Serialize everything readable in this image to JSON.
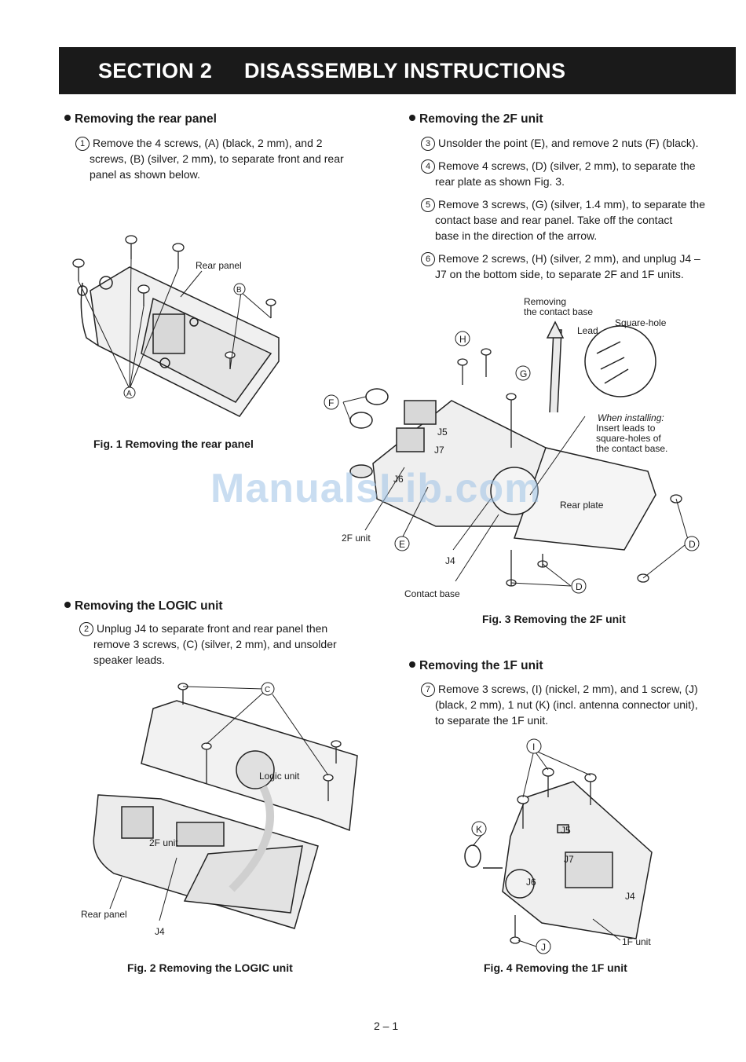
{
  "header": {
    "section": "SECTION  2",
    "title": "DISASSEMBLY INSTRUCTIONS"
  },
  "rear_panel": {
    "heading": "Removing the rear panel",
    "step1": {
      "num": "1",
      "text": "Remove the 4 screws, (A) (black, 2 mm), and 2",
      "line2": "screws, (B) (silver, 2 mm), to separate front and rear",
      "line3": "panel as shown below."
    },
    "fig1": {
      "labels": {
        "rear_panel": "Rear panel",
        "A": "A",
        "B": "B"
      },
      "caption": "Fig. 1  Removing the rear panel"
    }
  },
  "logic_unit": {
    "heading": "Removing the LOGIC unit",
    "step2": {
      "num": "2",
      "line1": "Unplug J4 to separate front and rear panel then",
      "line2": "remove 3 screws, (C)  (silver, 2 mm), and unsolder",
      "line3": "speaker leads."
    },
    "fig2": {
      "labels": {
        "C": "C",
        "logic_unit": "Logic unit",
        "two_f_unit": "2F unit",
        "rear_panel": "Rear panel",
        "J4": "J4"
      },
      "caption": "Fig. 2  Removing the LOGIC unit"
    }
  },
  "two_f_unit": {
    "heading": "Removing the 2F unit",
    "steps": [
      {
        "num": "3",
        "line1": "Unsolder the point (E), and remove 2 nuts (F) (black)."
      },
      {
        "num": "4",
        "line1": "Remove 4 screws, (D) (silver, 2 mm), to separate the",
        "line2": "rear plate as shown Fig. 3."
      },
      {
        "num": "5",
        "line1": "Remove 3 screws, (G) (silver, 1.4 mm), to separate the",
        "line2": "contact base and rear panel.  Take off the contact",
        "line3": "base in the direction of the arrow."
      },
      {
        "num": "6",
        "line1": "Remove 2 screws, (H) (silver, 2 mm), and unplug J4 –",
        "line2": "J7 on the bottom side, to separate 2F and 1F units."
      }
    ],
    "fig3": {
      "labels": {
        "removing1": "Removing",
        "removing2": "the contact base",
        "lead": "Lead",
        "square_hole": "Square-hole",
        "installing1": "When installing:",
        "installing2": "Insert leads to",
        "installing3": "square-holes of",
        "installing4": "the contact base.",
        "rear_plate": "Rear plate",
        "two_f_unit": "2F unit",
        "J4": "J4",
        "J5": "J5",
        "J6": "J6",
        "J7": "J7",
        "contact_base": "Contact base",
        "D": "D",
        "E": "E",
        "F": "F",
        "G": "G",
        "H": "H"
      },
      "caption": "Fig. 3  Removing the 2F unit"
    }
  },
  "one_f_unit": {
    "heading": "Removing the 1F unit",
    "step7": {
      "num": "7",
      "line1": "Remove 3 screws, (I) (nickel, 2 mm), and 1 screw, (J)",
      "line2": "(black, 2 mm), 1 nut (K) (incl. antenna connector unit),",
      "line3": "to separate the 1F unit."
    },
    "fig4": {
      "labels": {
        "I": "I",
        "K": "K",
        "J": "J",
        "J4": "J4",
        "J5": "J5",
        "J6": "J6",
        "J7": "J7",
        "one_f_unit": "1F unit"
      },
      "caption": "Fig. 4  Removing the 1F unit"
    }
  },
  "watermark": "ManualsLib.com",
  "page_number": "2 – 1"
}
